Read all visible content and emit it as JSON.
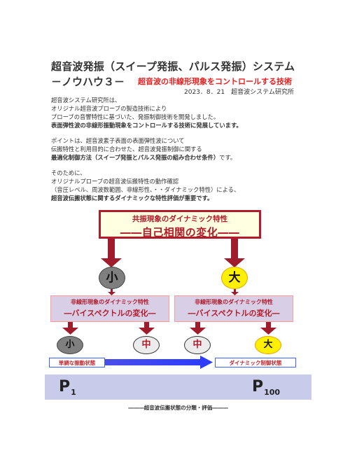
{
  "header": {
    "title": "超音波発振（スイープ発振、パルス発振）システム",
    "subtitle": "－ノウハウ３－",
    "subtitle_red": "超音波の非線形現象をコントロールする技術",
    "dateline": "2023．8．21　超音波システム研究所"
  },
  "paragraphs": [
    {
      "lines": [
        {
          "text": "超音波システム研究所は、",
          "bold": false
        },
        {
          "text": "オリジナル超音波プローブの製造技術により",
          "bold": false
        },
        {
          "text": "プローブの音響特性に基づいた、発振制御技術を開発しました。",
          "bold": false
        },
        {
          "text": "表面弾性波の非線形振動現象をコントロールする技術に発展しています。",
          "bold": true
        }
      ]
    },
    {
      "lines": [
        {
          "text": "ポイントは、超音波素子表面の表面弾性波について",
          "bold": false
        },
        {
          "text": "伝搬特性と利用目的に合わせた、超音波発振制御に関する",
          "bold": false
        },
        {
          "text": "最適化制御方法（スイープ発振とパルス発振の組み合わせ条件）です。",
          "bold": false
        }
      ]
    },
    {
      "lines": [
        {
          "text": "そのために、",
          "bold": false
        },
        {
          "text": "オリジナルプローブの超音波伝搬特性の動作確認",
          "bold": false
        },
        {
          "text": "（音圧レベル、周波数範囲、非線形性、・・ダイナミック特性）による、",
          "bold": false
        },
        {
          "text": "超音波伝搬状態に関するダイナミックな特性評価が重要です。",
          "bold": true
        }
      ]
    }
  ],
  "diagram": {
    "top_box": {
      "line1": "共振現象のダイナミック特性",
      "line2": "――自己相関の変化――"
    },
    "circle_small_top": "小",
    "circle_large_top": "大",
    "mid_box_left": {
      "line1": "非線形現象のダイナミック特性",
      "line2": "―バイスペクトルの変化―"
    },
    "mid_box_right": {
      "line1": "非線形現象のダイナミック特性",
      "line2": "―バイスペクトルの変化―"
    },
    "bottom_circles": [
      "小",
      "中",
      "中",
      "大"
    ],
    "state_left": "単調な振動状態",
    "state_right": "ダイナミック制御状態",
    "p_start": {
      "base": "P",
      "sub": "1"
    },
    "p_end": {
      "base": "P",
      "sub": "100"
    },
    "caption": "―――超音波伝搬状態の分類・評価―――",
    "colors": {
      "dark_red": "#b21b2a",
      "top_box_fill": "#ffffe2",
      "mid_box_fill": "#d8cfe7",
      "band_fill": "#c8ccea",
      "gray_circle": "#7f7f7f",
      "yellow_circle": "#fff000",
      "blue_arrow": "#3340ff"
    }
  }
}
